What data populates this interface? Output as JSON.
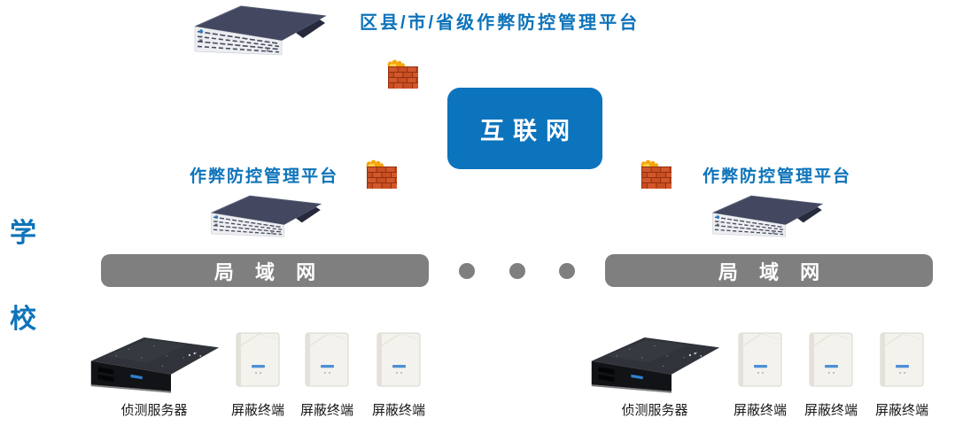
{
  "header": {
    "title": "区县/市/省级作弊防控管理平台"
  },
  "internet": {
    "label": "互联网"
  },
  "platform_left": {
    "label": "作弊防控管理平台"
  },
  "platform_right": {
    "label": "作弊防控管理平台"
  },
  "school": {
    "line1": "学",
    "line2": "校"
  },
  "lan_left": {
    "label": "局 域 网"
  },
  "lan_right": {
    "label": "局 域 网"
  },
  "campus_left": {
    "server_label": "侦测服务器",
    "terminal_labels": [
      "屏蔽终端",
      "屏蔽终端",
      "屏蔽终端"
    ]
  },
  "campus_right": {
    "server_label": "侦测服务器",
    "terminal_labels": [
      "屏蔽终端",
      "屏蔽终端",
      "屏蔽终端"
    ]
  },
  "icons": {
    "firewall": "brick-wall-with-flame",
    "rack_server": "rack-server-photo",
    "detection_server": "black-rack-server-photo",
    "terminal": "white-wall-mount-terminal",
    "separator": "three-gray-dots"
  },
  "colors": {
    "accent_blue": "#0d73ba",
    "internet_blue": "#0c73bd",
    "lan_gray": "#7f7f7f",
    "firewall_brick": "#d2572b",
    "caption_black": "#1a1a1a"
  }
}
